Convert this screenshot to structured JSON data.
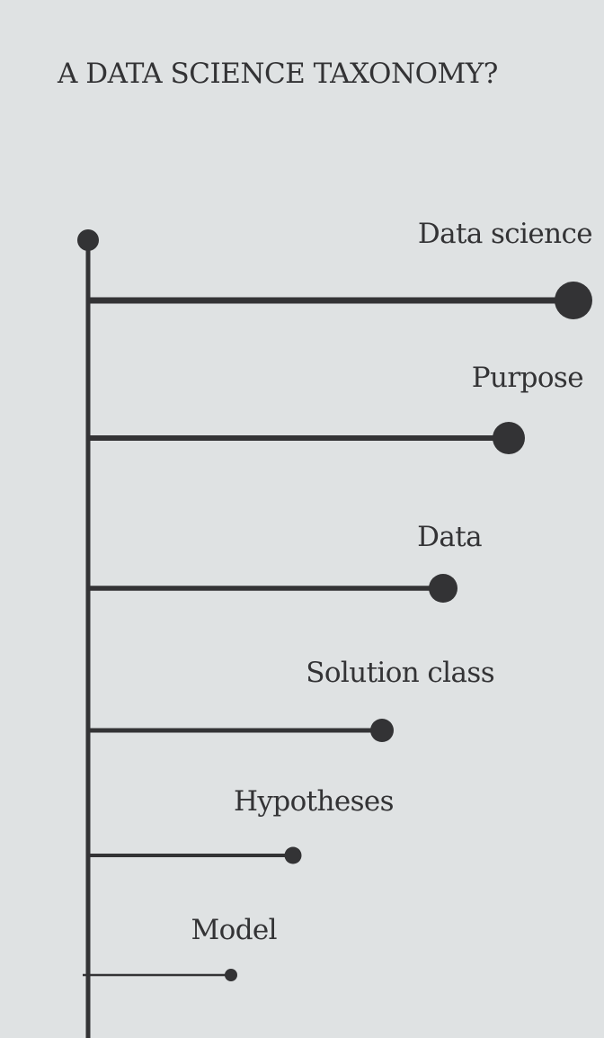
{
  "title": "A DATA SCIENCE TAXONOMY?",
  "colors": {
    "background": "#dfe2e3",
    "ink": "#333335"
  },
  "taxonomy": {
    "levels": [
      {
        "label": "Data science"
      },
      {
        "label": "Purpose"
      },
      {
        "label": "Data"
      },
      {
        "label": "Solution class"
      },
      {
        "label": "Hypotheses"
      },
      {
        "label": "Model"
      }
    ]
  }
}
